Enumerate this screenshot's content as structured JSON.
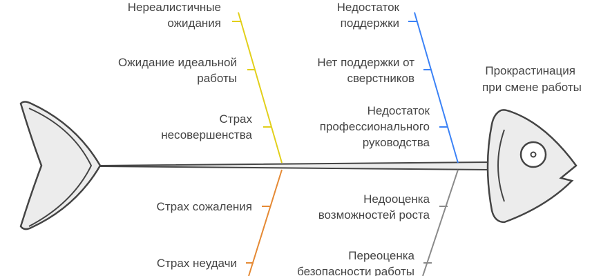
{
  "effect": {
    "line1": "Прокрастинация",
    "line2": "при смене работы"
  },
  "categories": [
    {
      "color": "#e2cf1a",
      "causes": [
        {
          "line1": "Нереалистичные",
          "line2": "ожидания"
        },
        {
          "line1": "Ожидание идеальной",
          "line2": "работы"
        },
        {
          "line1": "Страх",
          "line2": "несовершенства"
        }
      ]
    },
    {
      "color": "#3b82f6",
      "causes": [
        {
          "line1": "Недостаток",
          "line2": "поддержки"
        },
        {
          "line1": "Нет поддержки от",
          "line2": "сверстников"
        },
        {
          "line1": "Недостаток",
          "line2": "профессионального",
          "line3": "руководства"
        }
      ]
    },
    {
      "color": "#e58a35",
      "causes": [
        {
          "line1": "Страх сожаления"
        },
        {
          "line1": "Страх неудачи"
        }
      ]
    },
    {
      "color": "#8a8a8a",
      "causes": [
        {
          "line1": "Недооценка",
          "line2": "возможностей роста"
        },
        {
          "line1": "Переоценка",
          "line2": "безопасности работы"
        }
      ]
    }
  ]
}
